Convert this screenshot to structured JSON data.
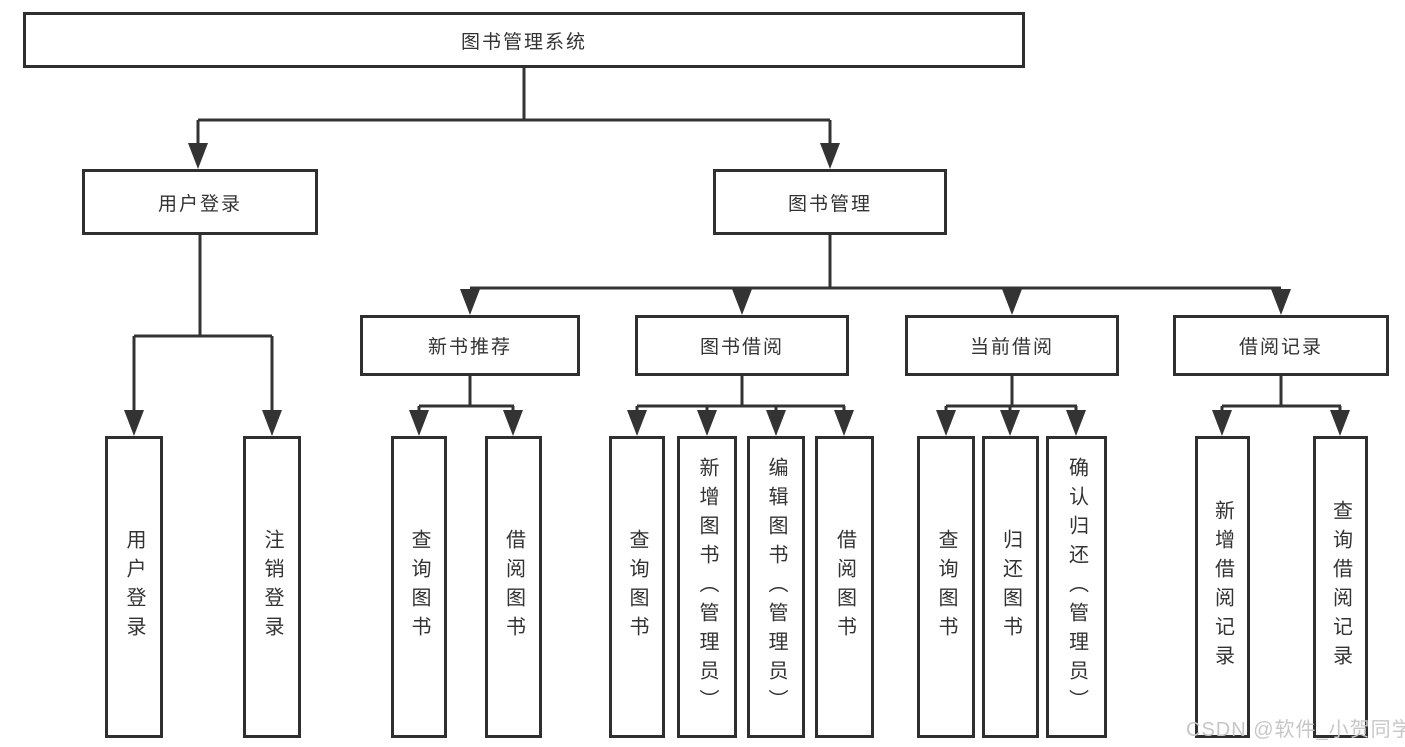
{
  "diagram": {
    "root": {
      "label": "图书管理系统"
    },
    "user_login": {
      "label": "用户登录",
      "children": {
        "login": {
          "label": "用户登录"
        },
        "logout": {
          "label": "注销登录"
        }
      }
    },
    "book_mgmt": {
      "label": "图书管理",
      "children": {
        "new_book_rec": {
          "label": "新书推荐",
          "children": {
            "query_books": {
              "label": "查询图书"
            },
            "borrow_books": {
              "label": "借阅图书"
            }
          }
        },
        "book_borrow": {
          "label": "图书借阅",
          "children": {
            "query_books": {
              "label": "查询图书"
            },
            "add_books": {
              "label": "新增图书（管理员）"
            },
            "edit_books": {
              "label": "编辑图书（管理员）"
            },
            "borrow_books": {
              "label": "借阅图书"
            }
          }
        },
        "current_borrow": {
          "label": "当前借阅",
          "children": {
            "query_books": {
              "label": "查询图书"
            },
            "return_books": {
              "label": "归还图书"
            },
            "confirm_return": {
              "label": "确认归还（管理员）"
            }
          }
        },
        "borrow_record": {
          "label": "借阅记录",
          "children": {
            "add_record": {
              "label": "新增借阅记录"
            },
            "query_record": {
              "label": "查询借阅记录"
            }
          }
        }
      }
    }
  },
  "watermark": {
    "text": "CSDN @软件_小贺同学"
  },
  "colors": {
    "line": "#333333",
    "box_border": "#2f2f2f",
    "text": "#333333",
    "watermark": "#c7c7c7",
    "background": "#ffffff"
  }
}
